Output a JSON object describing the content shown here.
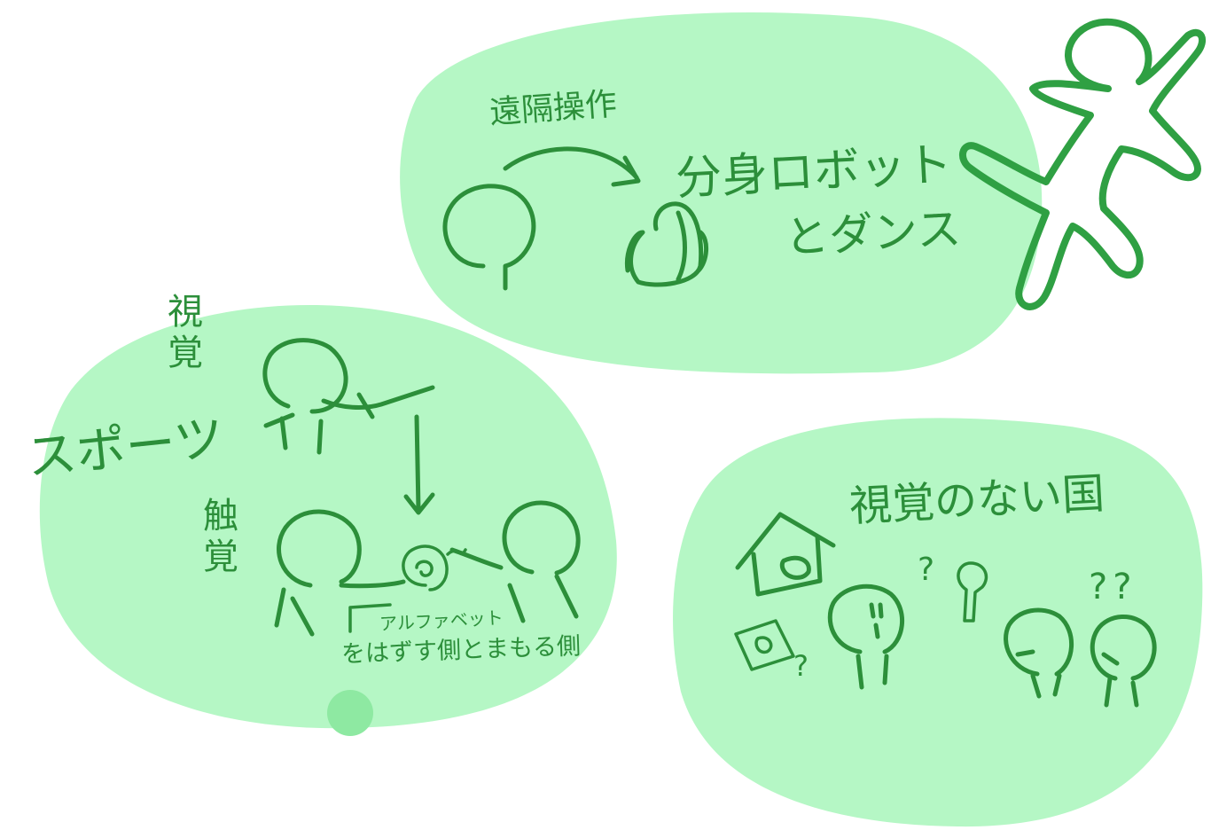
{
  "colors": {
    "blob_fill": "#b5f7c5",
    "ink": "#2c8f3a",
    "robot_stroke": "#2fa043",
    "dot": "#8ee9a2"
  },
  "top_blob": {
    "remote_control": "遠隔操作",
    "robot_line1": "分身ロボット",
    "robot_line2": "とダンス"
  },
  "left_blob": {
    "vision": "視覚",
    "sports": "スポーツ",
    "touch": "触覚",
    "alphabet": "アルファベット",
    "sides": "をはずす側とまもる側"
  },
  "right_blob": {
    "title": "視覚のない国",
    "q1": "?",
    "q2": "?",
    "qq": "??"
  }
}
